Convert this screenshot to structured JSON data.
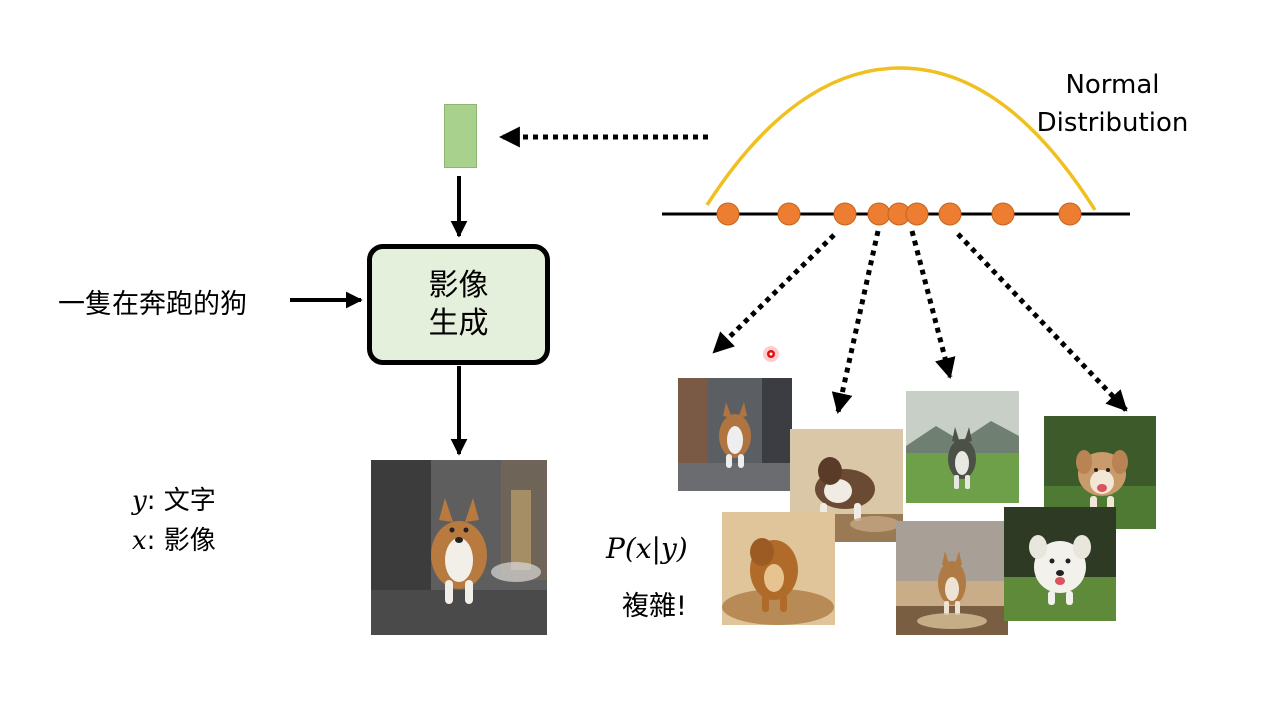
{
  "diagram": {
    "prompt": "一隻在奔跑的狗",
    "generator": {
      "line1": "影像",
      "line2": "生成"
    },
    "variables": {
      "y_symbol": "y",
      "y_desc": ": 文字",
      "x_symbol": "x",
      "x_desc": ": 影像"
    },
    "distribution_label": {
      "line1": "Normal",
      "line2": "Distribution"
    },
    "probability": {
      "expression": "P(x|y)",
      "note": "複雜!"
    }
  },
  "colors": {
    "curve": "#f0c020",
    "sample_dot": "#ed7d31",
    "latent_vector": "#a9d18e",
    "generator_fill": "#e4efdc"
  },
  "icons": {
    "arrows": "arrow-icon",
    "sample_points": "circle-icon",
    "pointer": "laser-pointer-icon"
  }
}
